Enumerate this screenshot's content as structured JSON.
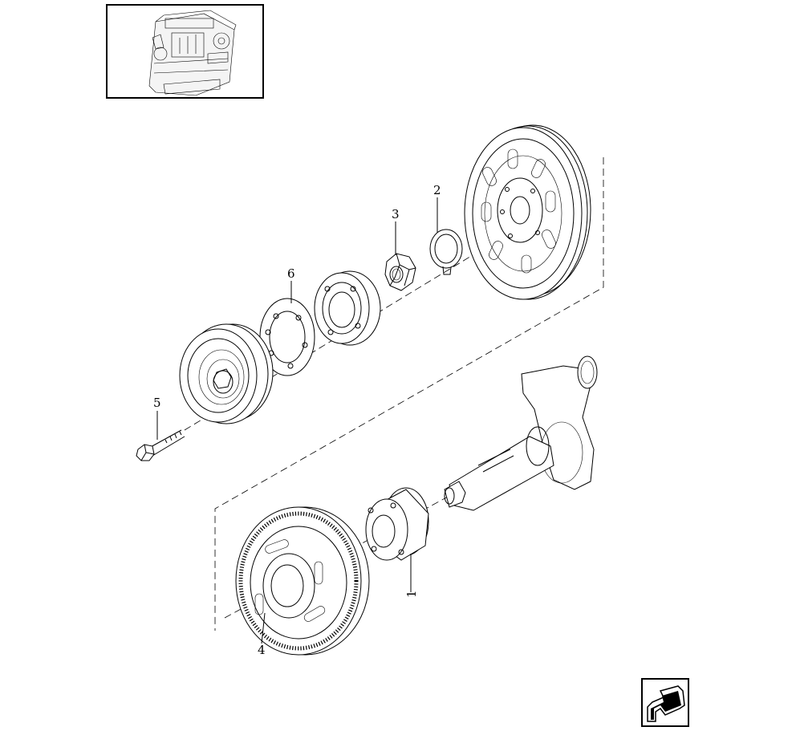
{
  "callouts": [
    {
      "id": "c1",
      "text": "1"
    },
    {
      "id": "c2",
      "text": "2"
    },
    {
      "id": "c3",
      "text": "3"
    },
    {
      "id": "c4",
      "text": "4"
    },
    {
      "id": "c5",
      "text": "5"
    },
    {
      "id": "c6",
      "text": "6"
    }
  ],
  "icons": {
    "thumbnail": "engine-thumbnail-icon",
    "nav": "back-arrow-icon"
  }
}
